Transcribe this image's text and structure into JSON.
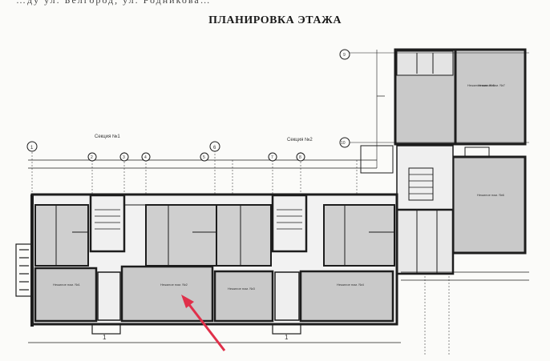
{
  "header_partial": "…ду ул. Белгород, ул. Родникова…",
  "title": "ПЛАНИРОВКА ЭТАЖА",
  "sections": [
    "Секция №1",
    "Секция №2"
  ],
  "axis_markers": [
    "1",
    "2",
    "3",
    "4",
    "5",
    "6",
    "7",
    "8",
    "9",
    "10"
  ],
  "colors": {
    "paper": "#fbfbf9",
    "ink": "#1d1d1d",
    "room_fill": "#c9c9c9",
    "arrow": "#e0304a"
  },
  "room_labels": [
    "Нежилое пом. №1",
    "Нежилое пом. №2",
    "Нежилое пом. №3",
    "Нежилое пом. №4",
    "Нежилое пом. №5",
    "Нежилое пом. №6",
    "Нежилое пом. №7"
  ],
  "highlight": "Нежилое пом. №2",
  "cut_marks": [
    "1",
    "1"
  ]
}
